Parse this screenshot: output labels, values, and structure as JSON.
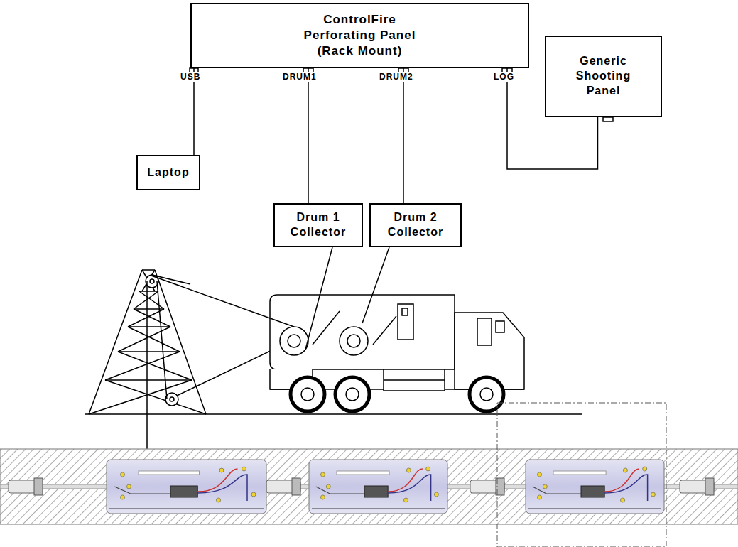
{
  "diagram": {
    "nodes": [
      {
        "text": [
          "ControlFire Perforating Panel (Rack Mount)"
        ]
      },
      {
        "text": [
          "Laptop"
        ]
      },
      {
        "text": [
          "Generic Shooting Panel"
        ]
      },
      {
        "text": [
          "Drum 1 Collector"
        ]
      },
      {
        "text": [
          "Drum 2 Collector"
        ]
      }
    ],
    "edges": [
      {
        "from": 0,
        "to": 1,
        "arrow": "none"
      },
      {
        "from": 0,
        "to": 3,
        "arrow": "none"
      },
      {
        "from": 0,
        "to": 4,
        "arrow": "none"
      },
      {
        "from": 0,
        "to": 2,
        "arrow": "none"
      }
    ],
    "labels": [
      "USB",
      "DRUM1",
      "DRUM2",
      "LOG"
    ]
  }
}
